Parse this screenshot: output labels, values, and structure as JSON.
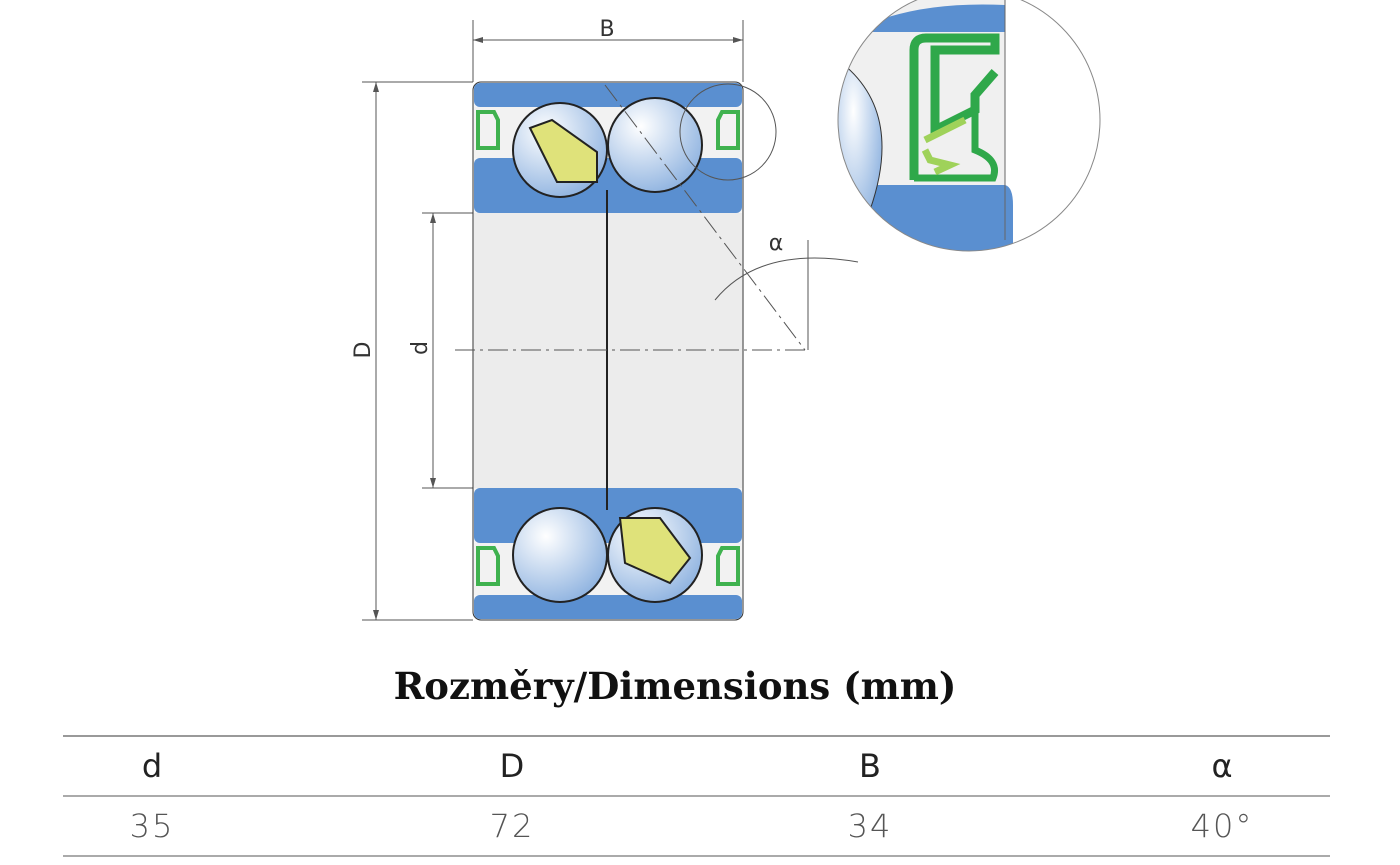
{
  "drawing": {
    "labels": {
      "B": "B",
      "D": "D",
      "d": "d",
      "alpha": "α"
    },
    "colors": {
      "ring": "#5a8fd0",
      "bore": "#ececec",
      "cage": "#dfe27a",
      "seal_dark": "#2fa84a",
      "seal_light": "#9fd25a",
      "ball": "#c9dcf2"
    }
  },
  "title": "Rozměry/Dimensions (mm)",
  "table": {
    "headers": [
      "d",
      "D",
      "B",
      "α"
    ],
    "values": [
      "35",
      "72",
      "34",
      "40°"
    ]
  }
}
